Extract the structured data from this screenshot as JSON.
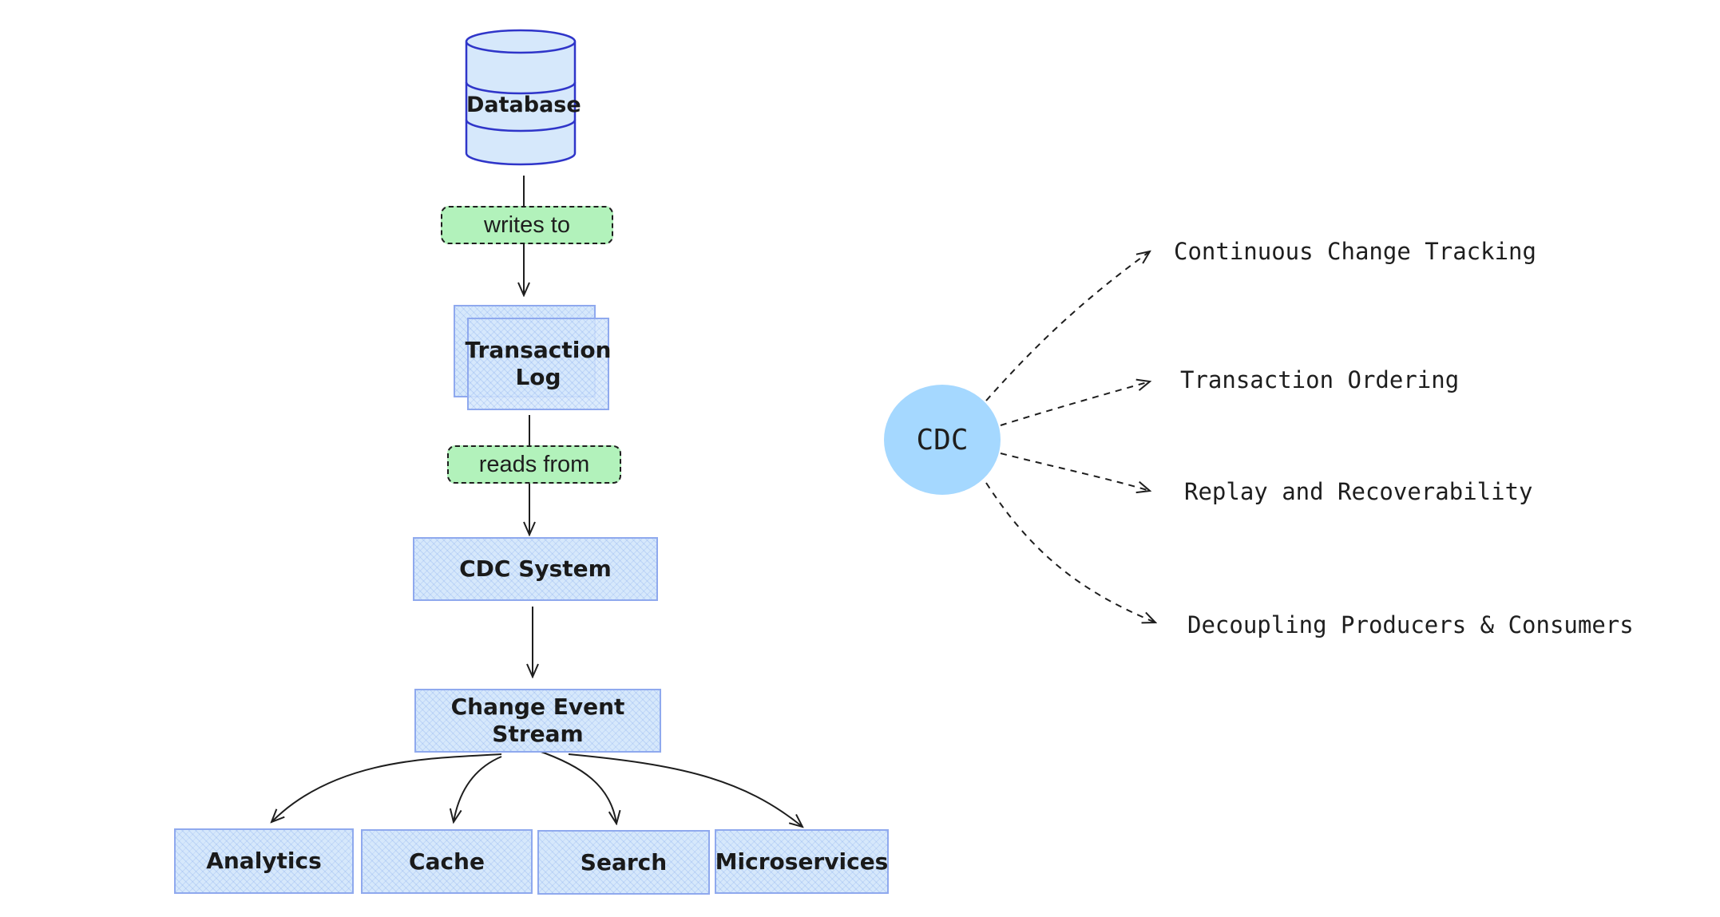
{
  "flow": {
    "database": "Database",
    "writes_label": "writes to",
    "transaction_log": "Transaction Log",
    "reads_label": "reads from",
    "cdc_system": "CDC System",
    "event_stream": "Change Event Stream",
    "consumers": [
      "Analytics",
      "Cache",
      "Search",
      "Microservices"
    ]
  },
  "benefits": {
    "center": "CDC",
    "items": [
      "Continuous Change Tracking",
      "Transaction Ordering",
      "Replay and Recoverability",
      "Decoupling Producers & Consumers"
    ]
  },
  "colors": {
    "box_fill": "#d6e8fb",
    "box_stroke": "#8fa9ee",
    "label_fill": "#b2f2bb",
    "circle_fill": "#a5d8ff",
    "db_stroke": "#2f35c9"
  }
}
